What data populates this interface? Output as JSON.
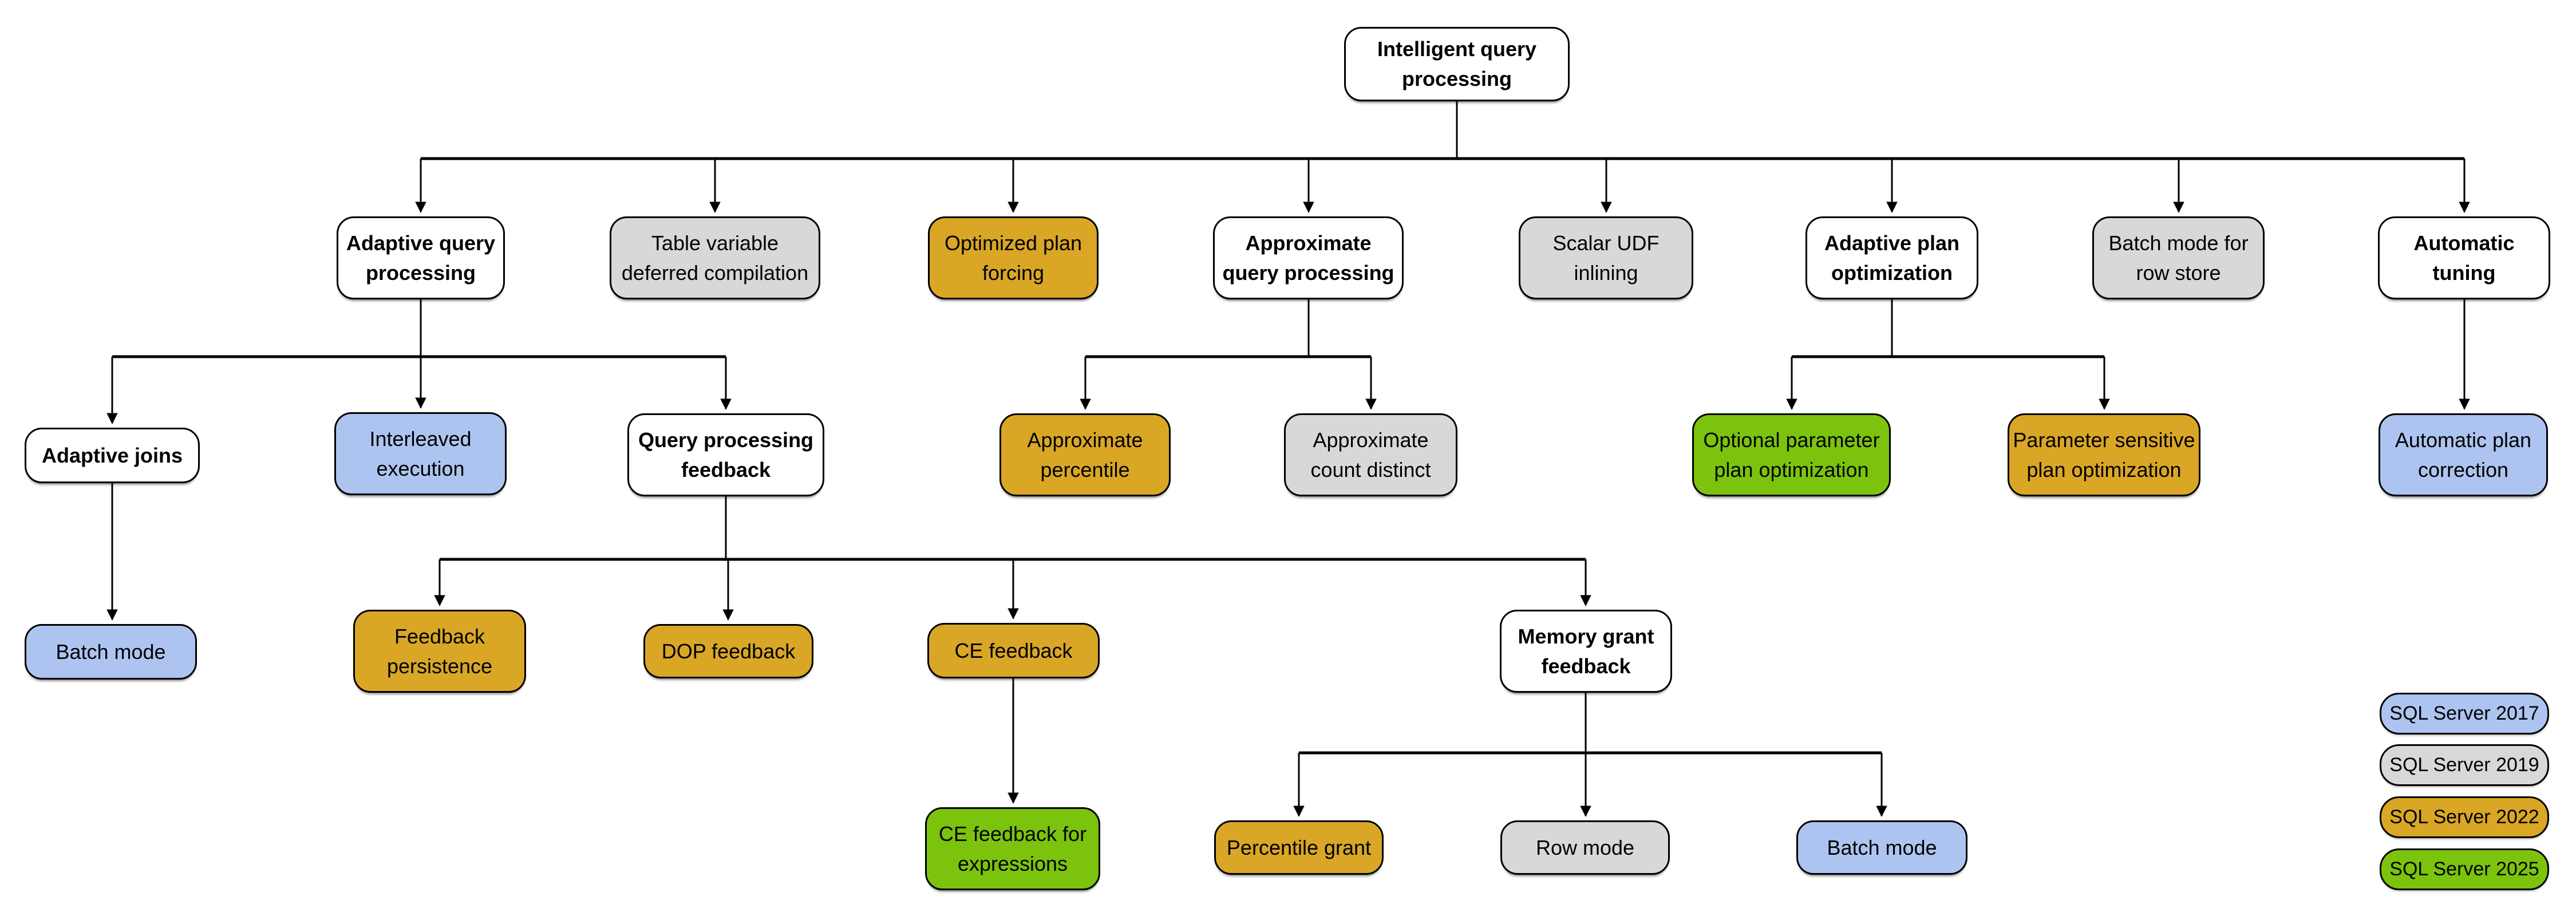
{
  "diagram_title": "Intelligent query processing",
  "colors": {
    "white": "#FFFFFF",
    "gray": "#D8D8D8",
    "gold": "#D9A626",
    "blue": "#AEC4F0",
    "green": "#7CC30D",
    "line": "#000000"
  },
  "nodes": {
    "root": {
      "label": "Intelligent query\nprocessing",
      "color": "white"
    },
    "adaptive_query_processing": {
      "label": "Adaptive query\nprocessing",
      "color": "white"
    },
    "table_variable_deferred_compilation": {
      "label": "Table variable\ndeferred compilation",
      "color": "gray"
    },
    "optimized_plan_forcing": {
      "label": "Optimized plan\nforcing",
      "color": "gold"
    },
    "approximate_query_processing": {
      "label": "Approximate\nquery processing",
      "color": "white"
    },
    "scalar_udf_inlining": {
      "label": "Scalar UDF\ninlining",
      "color": "gray"
    },
    "adaptive_plan_optimization": {
      "label": "Adaptive plan\noptimization",
      "color": "white"
    },
    "batch_mode_for_row_store": {
      "label": "Batch mode for\nrow store",
      "color": "gray"
    },
    "automatic_tuning": {
      "label": "Automatic\ntuning",
      "color": "white"
    },
    "adaptive_joins": {
      "label": "Adaptive joins",
      "color": "white"
    },
    "interleaved_execution": {
      "label": "Interleaved\nexecution",
      "color": "blue"
    },
    "query_processing_feedback": {
      "label": "Query processing\nfeedback",
      "color": "white"
    },
    "approximate_percentile": {
      "label": "Approximate\npercentile",
      "color": "gold"
    },
    "approximate_count_distinct": {
      "label": "Approximate\ncount distinct",
      "color": "gray"
    },
    "optional_parameter_plan_optimization": {
      "label": "Optional parameter\nplan optimization",
      "color": "green"
    },
    "parameter_sensitive_plan_optimization": {
      "label": "Parameter sensitive\nplan optimization",
      "color": "gold"
    },
    "automatic_plan_correction": {
      "label": "Automatic plan\ncorrection",
      "color": "blue"
    },
    "batch_mode_adaptive_joins": {
      "label": "Batch mode",
      "color": "blue"
    },
    "feedback_persistence": {
      "label": "Feedback\npersistence",
      "color": "gold"
    },
    "dop_feedback": {
      "label": "DOP feedback",
      "color": "gold"
    },
    "ce_feedback": {
      "label": "CE feedback",
      "color": "gold"
    },
    "memory_grant_feedback": {
      "label": "Memory grant\nfeedback",
      "color": "white"
    },
    "ce_feedback_for_expressions": {
      "label": "CE feedback for\nexpressions",
      "color": "green"
    },
    "percentile_grant": {
      "label": "Percentile grant",
      "color": "gold"
    },
    "row_mode": {
      "label": "Row mode",
      "color": "gray"
    },
    "batch_mode_memory_grant": {
      "label": "Batch mode",
      "color": "blue"
    }
  },
  "legend": {
    "items": [
      {
        "label": "SQL Server 2017",
        "color": "blue"
      },
      {
        "label": "SQL Server 2019",
        "color": "gray"
      },
      {
        "label": "SQL Server 2022",
        "color": "gold"
      },
      {
        "label": "SQL Server 2025",
        "color": "green"
      }
    ]
  }
}
